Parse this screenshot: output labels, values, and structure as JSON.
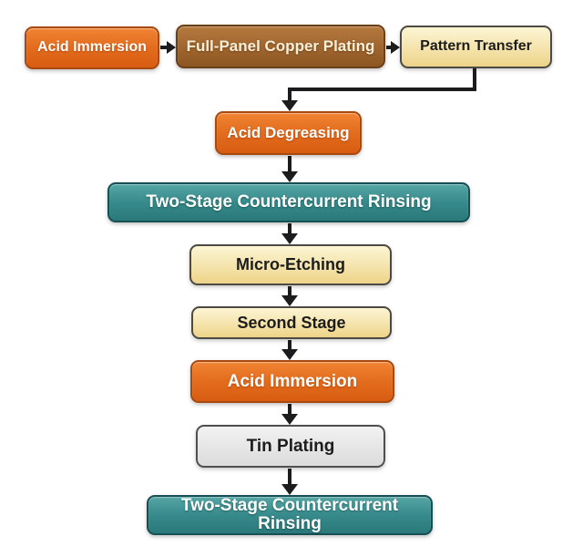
{
  "diagram": {
    "type": "flowchart",
    "description": "PCB process flow diagram",
    "nodes": [
      {
        "id": "acid-immersion-top",
        "label": "Acid Immersion",
        "variant": "orange"
      },
      {
        "id": "full-panel-copper-plating",
        "label": "Full-Panel Copper Plating",
        "variant": "brown"
      },
      {
        "id": "pattern-transfer",
        "label": "Pattern Transfer",
        "variant": "cream"
      },
      {
        "id": "acid-degreasing",
        "label": "Acid Degreasing",
        "variant": "orange"
      },
      {
        "id": "countercurrent-rinsing-1",
        "label": "Two-Stage Countercurrent Rinsing",
        "variant": "teal"
      },
      {
        "id": "micro-etching",
        "label": "Micro-Etching",
        "variant": "cream"
      },
      {
        "id": "second-stage",
        "label": "Second Stage",
        "variant": "cream"
      },
      {
        "id": "acid-immersion-mid",
        "label": "Acid Immersion",
        "variant": "orange"
      },
      {
        "id": "tin-plating",
        "label": "Tin Plating",
        "variant": "gray"
      },
      {
        "id": "countercurrent-rinsing-2",
        "label": "Two-Stage Countercurrent Rinsing",
        "variant": "teal"
      }
    ],
    "edges": [
      {
        "from": "acid-immersion-top",
        "to": "full-panel-copper-plating"
      },
      {
        "from": "full-panel-copper-plating",
        "to": "pattern-transfer"
      },
      {
        "from": "pattern-transfer",
        "to": "acid-degreasing"
      },
      {
        "from": "acid-degreasing",
        "to": "countercurrent-rinsing-1"
      },
      {
        "from": "countercurrent-rinsing-1",
        "to": "micro-etching"
      },
      {
        "from": "micro-etching",
        "to": "second-stage"
      },
      {
        "from": "second-stage",
        "to": "acid-immersion-mid"
      },
      {
        "from": "acid-immersion-mid",
        "to": "tin-plating"
      },
      {
        "from": "tin-plating",
        "to": "countercurrent-rinsing-2"
      }
    ],
    "colors": {
      "background": "#ffffff",
      "orange-top": "#f08434",
      "orange-bottom": "#d85c12",
      "orange-border": "#a8490f",
      "brown-top": "#b5793e",
      "brown-bottom": "#8d5522",
      "brown-border": "#6a4019",
      "cream-top": "#fcf5d4",
      "cream-bottom": "#eed489",
      "cream-border": "#4c4a42",
      "teal-top": "#55a5a4",
      "teal-bottom": "#2b797a",
      "teal-border": "#164f54",
      "gray-top": "#f2f2f2",
      "gray-bottom": "#dbdbdb",
      "gray-border": "#4f4f4f",
      "arrow": "#1c1c1e",
      "text-light": "#ffffff",
      "text-dark": "#1c1c1c",
      "text-cream": "#f8efd8"
    }
  }
}
